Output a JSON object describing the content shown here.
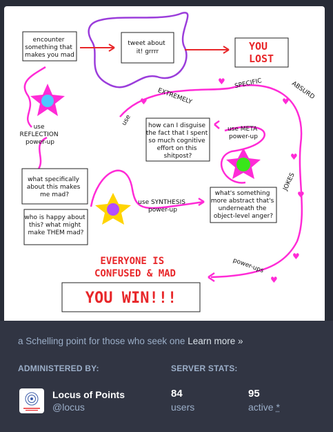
{
  "flowchart": {
    "box_encounter": [
      "encounter",
      "something that",
      "makes you mad"
    ],
    "box_tweet": [
      "tweet about",
      "it! grrrr"
    ],
    "box_lost": [
      "YOU",
      "LOST"
    ],
    "label_use_reflection": [
      "use",
      "REFLECTION",
      "power-up"
    ],
    "box_what_specifically": [
      "what specifically",
      "about this makes",
      "me mad?"
    ],
    "box_who_happy": [
      "who is happy about",
      "this? what might",
      "make THEM mad?"
    ],
    "label_extremely": "EXTREMELY",
    "label_specific": "SPECIFIC",
    "label_absurd": "ABSURD",
    "label_use": "use",
    "box_disguise": [
      "how can I disguise",
      "the fact that I spent",
      "so much cognitive",
      "effort on this",
      "shitpost?"
    ],
    "label_use_meta": [
      "use META",
      "power-up"
    ],
    "label_jokes": "JOKES",
    "label_use_synthesis": [
      "use SYNTHESIS",
      "power-up"
    ],
    "box_abstract": [
      "what's something",
      "more abstract that's",
      "underneath the",
      "object-level anger?"
    ],
    "label_powerups": "power-ups",
    "everyone_confused": [
      "EVERYONE IS",
      "CONFUSED & MAD"
    ],
    "you_win": "YOU WIN!!!"
  },
  "about": {
    "tagline": "a Schelling point for those who seek one",
    "learn_more": "Learn more »"
  },
  "admin": {
    "heading": "ADMINISTERED BY:",
    "name": "Locus of Points",
    "handle": "@locus"
  },
  "stats": {
    "heading": "SERVER STATS:",
    "users_count": "84",
    "users_label": "users",
    "active_count": "95",
    "active_label": "active",
    "active_marker": "*"
  },
  "colors": {
    "background": "#282c37",
    "panel": "#313543",
    "muted_text": "#9baec8",
    "magenta": "#ff2bd6",
    "purple": "#9b3ddb",
    "red": "#e8272a"
  }
}
